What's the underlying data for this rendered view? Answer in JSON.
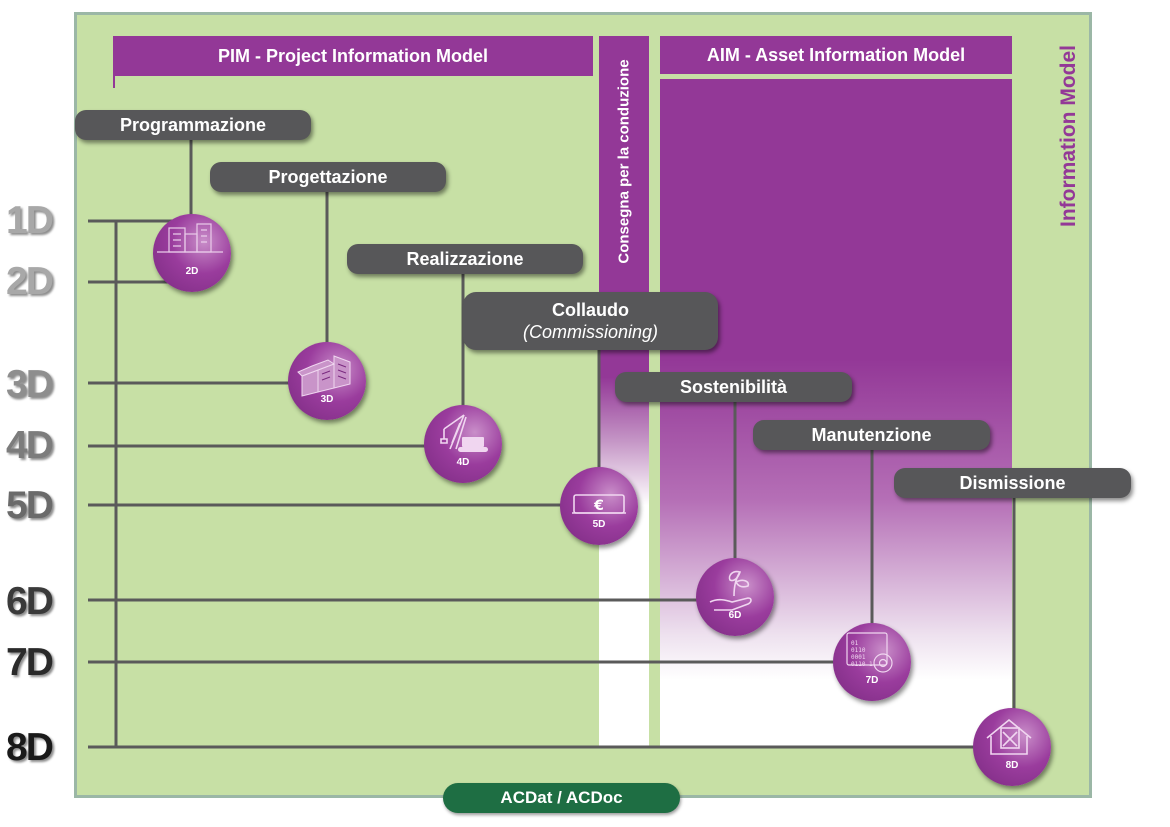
{
  "headers": {
    "pim": "PIM - Project Information Model",
    "aim": "AIM - Asset Information Model",
    "consegna": "Consegna per la conduzione",
    "information_model": "Information Model"
  },
  "dimensions": [
    {
      "label": "1D",
      "color": "#a8a8a8"
    },
    {
      "label": "2D",
      "color": "#a8a8a8"
    },
    {
      "label": "3D",
      "color": "#8e8e8e"
    },
    {
      "label": "4D",
      "color": "#7c7c7c"
    },
    {
      "label": "5D",
      "color": "#6a6a6a"
    },
    {
      "label": "6D",
      "color": "#3a3a3a"
    },
    {
      "label": "7D",
      "color": "#2a2a2a"
    },
    {
      "label": "8D",
      "color": "#1a1a1a"
    }
  ],
  "phases": {
    "programmazione": "Programmazione",
    "progettazione": "Progettazione",
    "realizzazione": "Realizzazione",
    "collaudo": "Collaudo",
    "collaudo_sub": "(Commissioning)",
    "sostenibilita": "Sostenibilità",
    "manutenzione": "Manutenzione",
    "dismissione": "Dismissione"
  },
  "circles": [
    {
      "label": "2D",
      "icon": "building-plan-icon"
    },
    {
      "label": "3D",
      "icon": "building-3d-icon"
    },
    {
      "label": "4D",
      "icon": "crane-icon"
    },
    {
      "label": "5D",
      "icon": "euro-icon"
    },
    {
      "label": "6D",
      "icon": "hand-plant-icon"
    },
    {
      "label": "7D",
      "icon": "binary-gear-icon"
    },
    {
      "label": "8D",
      "icon": "house-demolition-icon"
    }
  ],
  "footer": {
    "acdat": "ACDat / ACDoc"
  },
  "colors": {
    "green_bg": "#c7e0a5",
    "purple": "#933897",
    "dark_gray": "#575759",
    "dark_green": "#1e6e43"
  }
}
